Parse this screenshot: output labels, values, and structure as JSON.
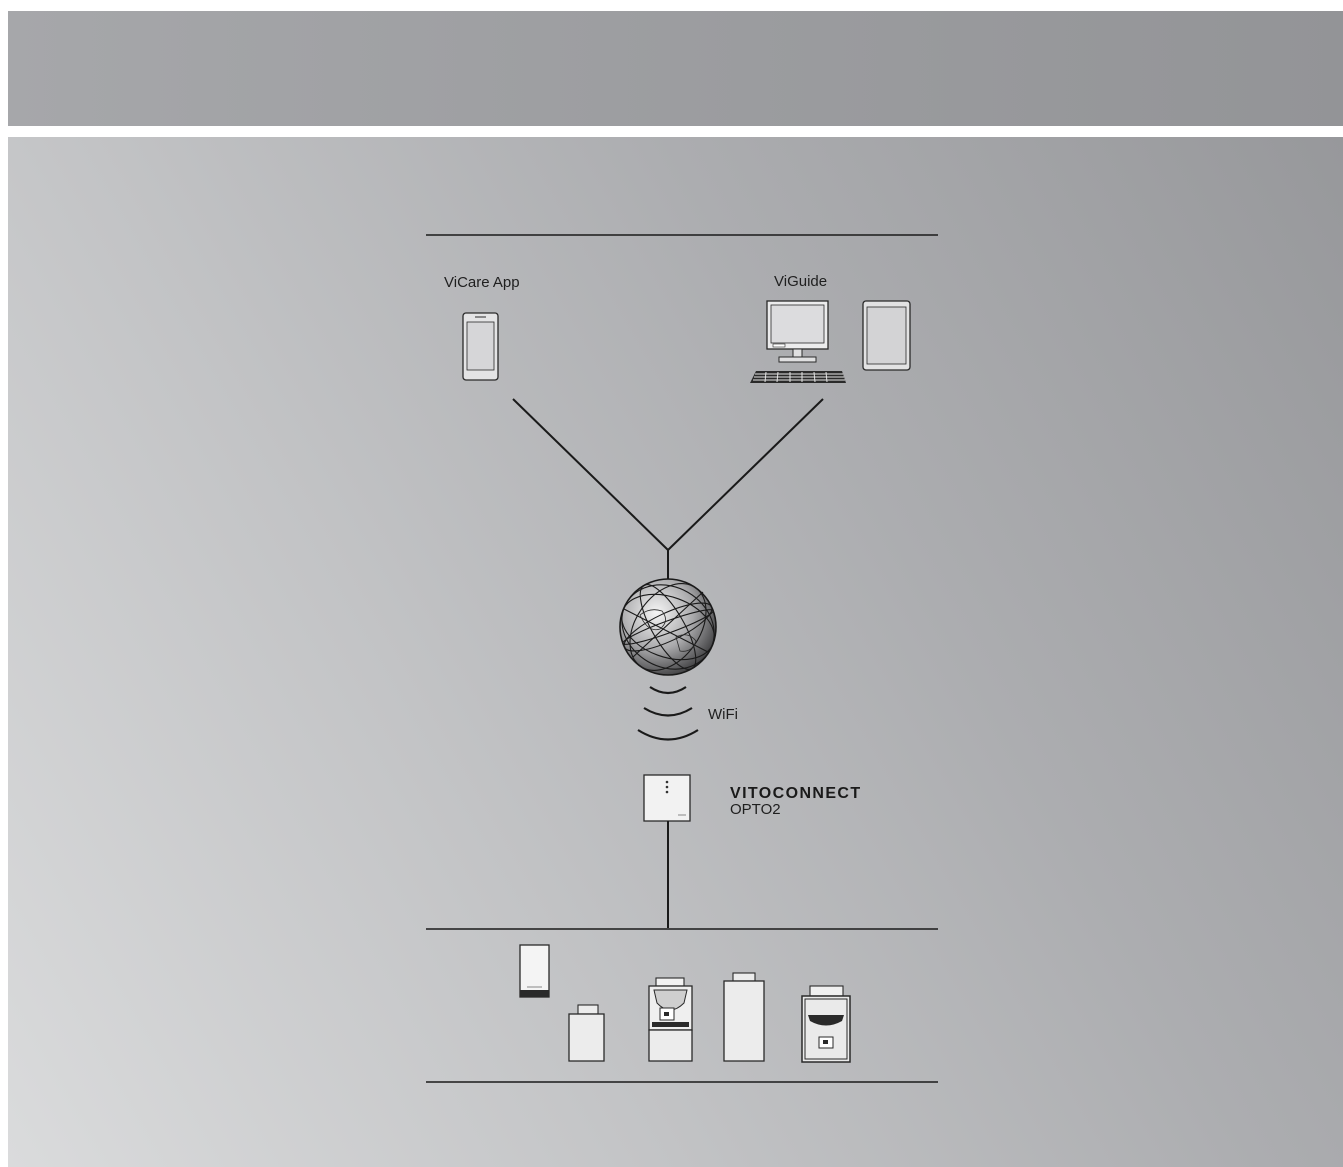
{
  "diagram": {
    "labels": {
      "vicare_app": "ViCare App",
      "viguide": "ViGuide",
      "wifi": "WiFi",
      "device_brand": "VITOCONNECT",
      "device_model": "OPTO2"
    },
    "icons": [
      "smartphone-icon",
      "desktop-computer-icon",
      "tablet-icon",
      "internet-globe-icon",
      "wifi-signal-icon",
      "vitoconnect-gateway-icon",
      "wall-boiler-icon",
      "small-boiler-icon",
      "floor-boiler-icon",
      "storage-tank-icon",
      "large-boiler-icon"
    ],
    "colors": {
      "line": "#1a1a1a",
      "header_band": "#9c9da0"
    }
  }
}
